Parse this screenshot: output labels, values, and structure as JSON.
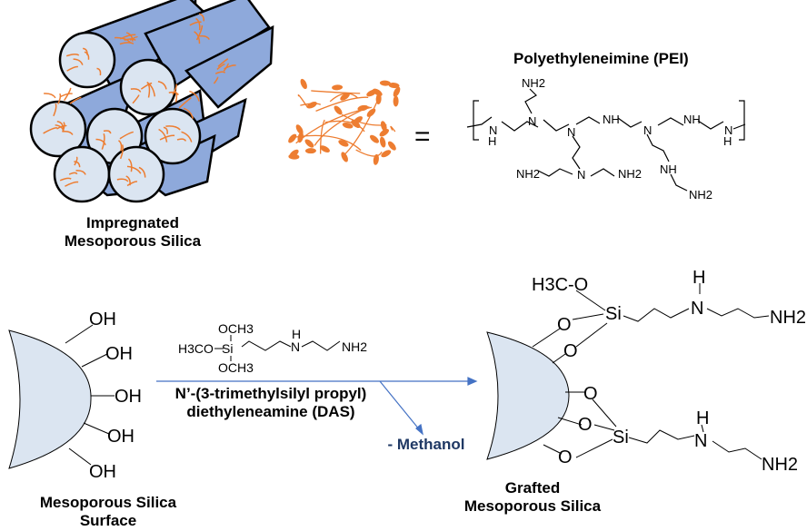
{
  "colors": {
    "silica_fill": "#dbe5f1",
    "silica_outline": "#000000",
    "cylinder_body": "#8ea9db",
    "pei_orange": "#ed7d31",
    "arrow_blue": "#4472c4",
    "methanol_text": "#1f3864"
  },
  "top_left": {
    "label_line1": "Impregnated",
    "label_line2": "Mesoporous Silica"
  },
  "pei": {
    "equals": "=",
    "title": "Polyethyleneimine (PEI)",
    "atoms": {
      "nh2": "NH2",
      "nh": "NH",
      "n": "N",
      "h": "H"
    }
  },
  "bottom_left": {
    "oh": "OH",
    "label_line1": "Mesoporous Silica",
    "label_line2": "Surface"
  },
  "reagent": {
    "och3_top": "OCH3",
    "h3co": "H3CO",
    "si": "Si",
    "och3_bottom": "OCH3",
    "n": "N",
    "h": "H",
    "nh2": "NH2",
    "name_line1": "N’-(3-trimethylsilyl propyl)",
    "name_line2": "diethyleneamine  (DAS)",
    "byproduct": "- Methanol"
  },
  "grafted": {
    "h3c_o": "H3C-O",
    "o": "O",
    "si": "Si",
    "h": "H",
    "n": "N",
    "nh2": "NH2",
    "label_line1": "Grafted",
    "label_line2": "Mesoporous Silica"
  }
}
